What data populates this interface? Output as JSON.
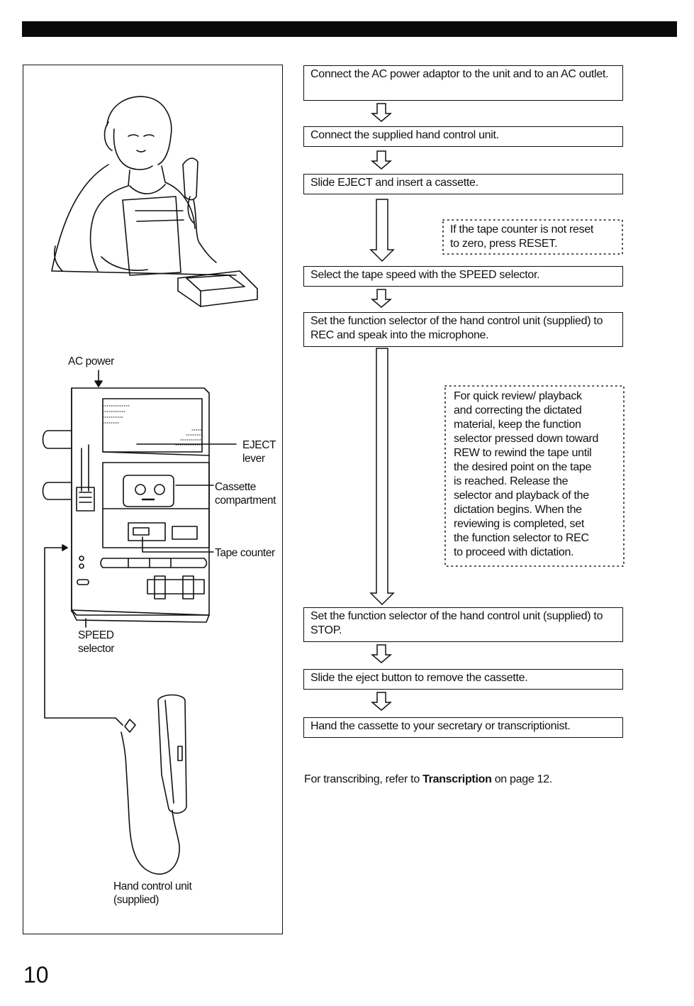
{
  "illustration": {
    "labels": {
      "ac_power": "AC power",
      "eject_lever": [
        "EJECT",
        "lever"
      ],
      "cassette_compartment": [
        "Cassette",
        "compartment"
      ],
      "tape_counter": "Tape counter",
      "speed_selector": [
        "SPEED",
        "selector"
      ],
      "hand_control_unit": [
        "Hand control unit",
        "(supplied)"
      ]
    }
  },
  "steps": [
    "Connect the AC power adaptor to the unit and to an AC outlet.",
    "Connect the supplied hand control unit.",
    "Slide EJECT and insert a cassette.",
    "Select the tape speed with the SPEED selector.",
    "Set the function selector of the hand control unit (supplied) to REC and speak into the microphone.",
    "Set the function selector of the hand control unit (supplied) to STOP.",
    "Slide the eject button to remove the cassette.",
    "Hand the cassette to your secretary or transcriptionist."
  ],
  "notes": {
    "reset": [
      "If the tape counter is not reset",
      "to zero, press RESET."
    ],
    "review": [
      "For quick review/ playback",
      "and correcting the dictated",
      "material, keep the function",
      "selector pressed down toward",
      "REW to rewind the tape until",
      "the desired point on the tape",
      "is reached. Release the",
      "selector and playback of the",
      "dictation begins. When the",
      "reviewing is completed, set",
      "the function selector to REC",
      "to proceed with dictation."
    ]
  },
  "footer": {
    "prefix": "For transcribing, refer to",
    "link": "Transcription",
    "suffix": "on page 12."
  },
  "page_number": "10"
}
